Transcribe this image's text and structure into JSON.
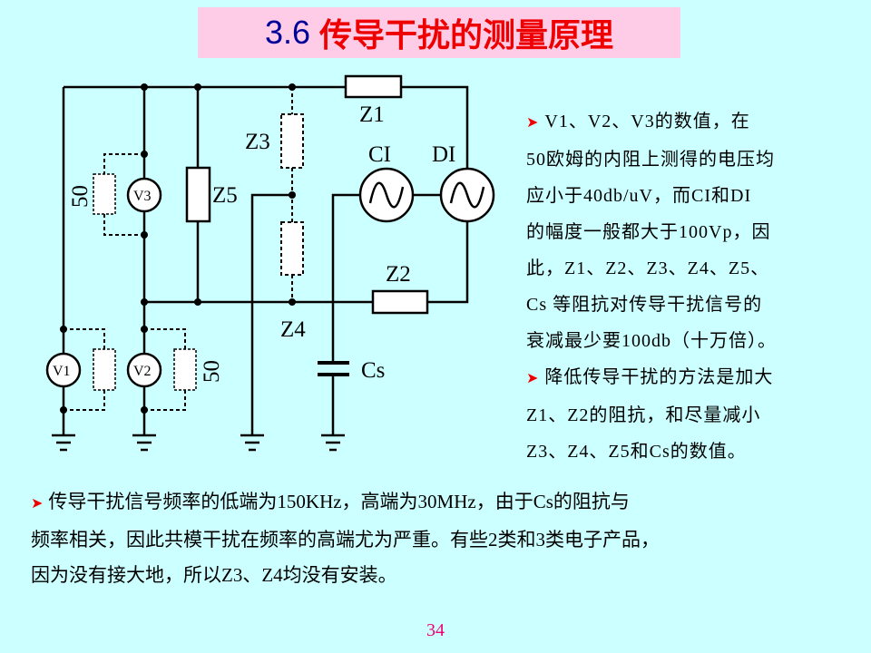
{
  "title": {
    "number": "3.6",
    "text": "传导干扰的测量原理"
  },
  "diagram": {
    "labels": {
      "z1": "Z1",
      "z2": "Z2",
      "z3": "Z3",
      "z4": "Z4",
      "z5": "Z5",
      "ci": "CI",
      "di": "DI",
      "cs": "Cs",
      "v1": "V1",
      "v2": "V2",
      "v3": "V3",
      "r50_top": "50",
      "r50_bottom": "50"
    }
  },
  "right_text": {
    "bullet1_lines": [
      "V1、V2、V3的数值，在",
      "50欧姆的内阻上测得的电压均",
      "应小于40db/uV，而CI和DI",
      "的幅度一般都大于100Vp，因",
      "此，Z1、Z2、Z3、Z4、Z5、",
      "Cs 等阻抗对传导干扰信号的",
      "衰减最少要100db（十万倍）。"
    ],
    "bullet2_lines": [
      "降低传导干扰的方法是加大",
      "Z1、Z2的阻抗，和尽量减小",
      "Z3、Z4、Z5和Cs的数值。"
    ]
  },
  "bottom_text": {
    "lines": [
      "传导干扰信号频率的低端为150KHz，高端为30MHz，由于Cs的阻抗与",
      "频率相关，因此共模干扰在频率的高端尤为严重。有些2类和3类电子产品，",
      "因为没有接大地，所以Z3、Z4均没有安装。"
    ]
  },
  "page_number": "34",
  "colors": {
    "background": "#ccffff",
    "title_box": "#ffcce8",
    "title_number": "#000099",
    "title_text": "#ee0000",
    "bullet": "#ee0000",
    "page_number": "#ee0077"
  }
}
